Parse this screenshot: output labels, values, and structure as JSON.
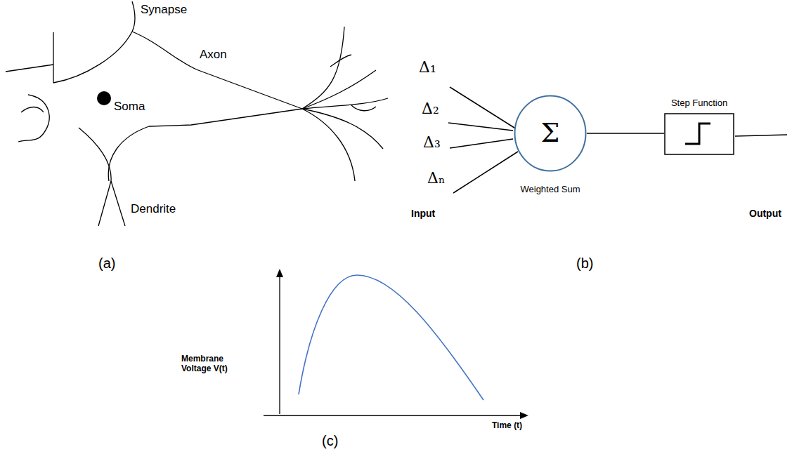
{
  "diagram": {
    "nodes": [
      {
        "text": [
          "Σ",
          "Weighted Sum"
        ]
      },
      {
        "text": [
          "Step Function"
        ]
      }
    ],
    "edges": [
      {
        "from": 0,
        "to": 1,
        "arrow": "none"
      }
    ],
    "labels": [
      "Synapse",
      "Axon",
      "Soma",
      "Dendrite",
      "(a)",
      "Δ₁",
      "Δ₂",
      "Δ₃",
      "Δₙ",
      "Input",
      "Output",
      "(b)",
      "Membrane Voltage V(t)",
      "Time (t)",
      "(c)"
    ]
  }
}
